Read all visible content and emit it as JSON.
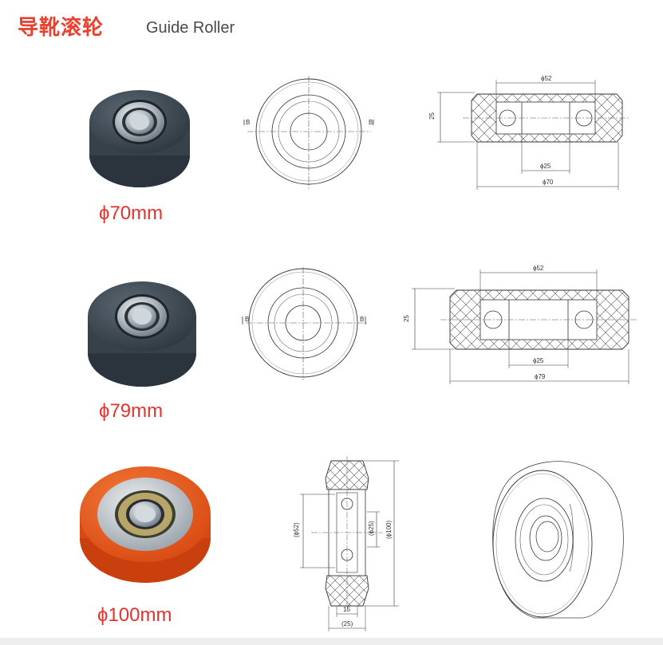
{
  "header": {
    "title_cn": "导靴滚轮",
    "title_en": "Guide Roller"
  },
  "products": [
    {
      "size_label": "ϕ70mm",
      "section": {
        "bearing_outer": "ϕ52",
        "bore": "ϕ25",
        "outer": "ϕ70",
        "width": "25",
        "section_mark": "B"
      }
    },
    {
      "size_label": "ϕ79mm",
      "section": {
        "bearing_outer": "ϕ52",
        "bore": "ϕ25",
        "outer": "ϕ79",
        "width": "25",
        "section_mark": "B"
      }
    },
    {
      "size_label": "ϕ100mm",
      "section": {
        "bearing_outer": "(ϕ52)",
        "bore": "(ϕ25)",
        "outer": "(ϕ100)",
        "width": "(25)",
        "offset": "15"
      }
    }
  ],
  "colors": {
    "accent": "#e5322d",
    "title": "#e8412e",
    "roller_dark": "#3e4a55",
    "roller_orange": "#e85a1c"
  }
}
